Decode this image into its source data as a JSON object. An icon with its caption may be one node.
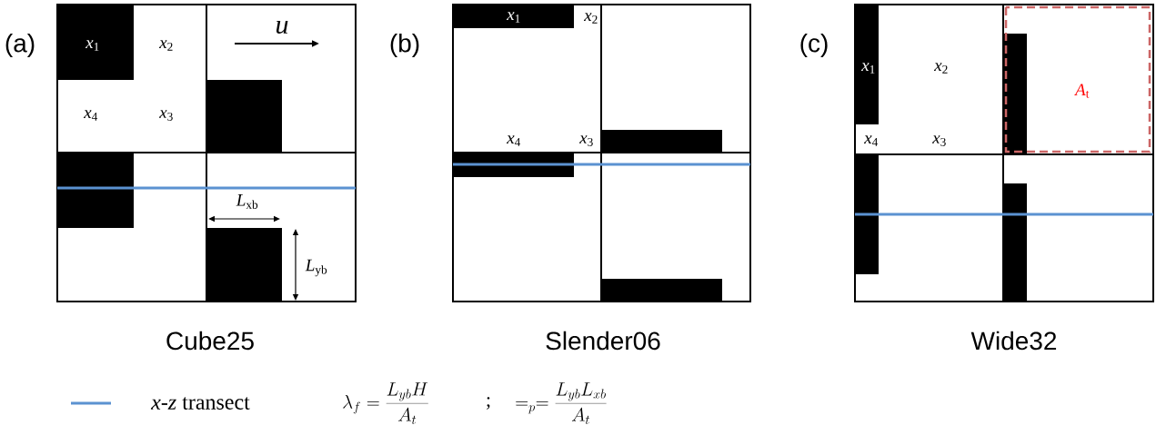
{
  "diagram": {
    "labels": [
      "(a)",
      "*x*$_{1}$",
      "*x*$_{2}$",
      "*u*",
      "*x*$_{4}$",
      "*x*$_{3}$",
      "*L*$_{xb}$",
      "*L*$_{yb}$",
      "Cube25",
      "(b)",
      "*x*$_{1}$",
      "*x*$_{2}$",
      "*x*$_{4}$",
      "*x*$_{3}$",
      "Slender06",
      "(c)",
      "*x*$_{1}$",
      "*x*$_{2}$",
      "*A*$_{t}$",
      "*x*$_{4}$",
      "*x*$_{3}$",
      "Wide32",
      "\\lambda_f = \\frac{L_{yb}H}{A_t}",
      ";",
      "=_p = \\frac{L_{yb}L_{xb}}{A_t}"
    ],
    "legend": [
      {
        "text": "*x*-*z* transect"
      }
    ]
  }
}
